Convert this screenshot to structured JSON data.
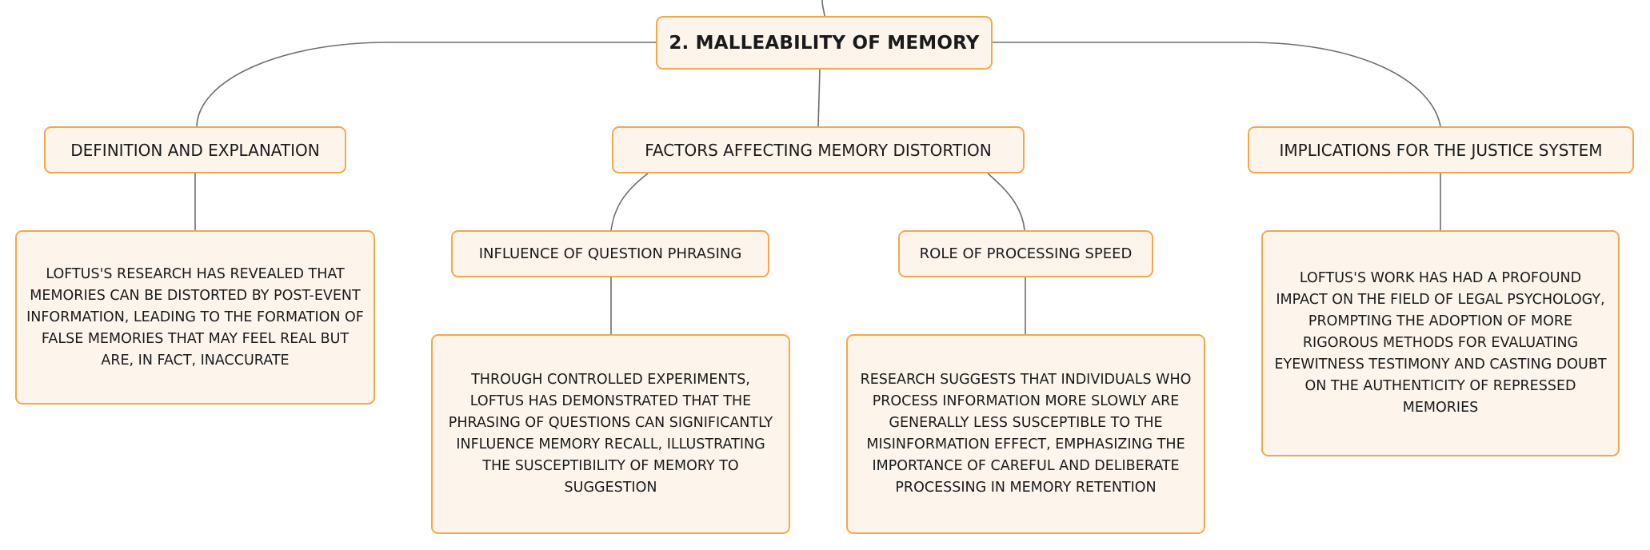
{
  "root": {
    "title": "2. MALLEABILITY OF MEMORY"
  },
  "branches": [
    {
      "label": "DEFINITION AND EXPLANATION",
      "detail": "LOFTUS'S RESEARCH HAS REVEALED THAT MEMORIES CAN BE DISTORTED BY POST-EVENT INFORMATION, LEADING TO THE FORMATION OF FALSE MEMORIES THAT MAY FEEL REAL BUT ARE, IN FACT, INACCURATE"
    },
    {
      "label": "FACTORS AFFECTING MEMORY DISTORTION",
      "children": [
        {
          "label": "INFLUENCE OF QUESTION PHRASING",
          "detail": "THROUGH CONTROLLED EXPERIMENTS, LOFTUS HAS DEMONSTRATED THAT THE PHRASING OF QUESTIONS CAN SIGNIFICANTLY INFLUENCE MEMORY RECALL, ILLUSTRATING THE SUSCEPTIBILITY OF MEMORY TO SUGGESTION"
        },
        {
          "label": "ROLE OF PROCESSING SPEED",
          "detail": "RESEARCH SUGGESTS THAT INDIVIDUALS WHO PROCESS INFORMATION MORE SLOWLY ARE GENERALLY LESS SUSCEPTIBLE TO THE MISINFORMATION EFFECT, EMPHASIZING THE IMPORTANCE OF CAREFUL AND DELIBERATE PROCESSING IN MEMORY RETENTION"
        }
      ]
    },
    {
      "label": "IMPLICATIONS FOR THE JUSTICE SYSTEM",
      "detail": "LOFTUS'S WORK HAS HAD A PROFOUND IMPACT ON THE FIELD OF LEGAL PSYCHOLOGY, PROMPTING THE ADOPTION OF MORE RIGOROUS METHODS FOR EVALUATING EYEWITNESS TESTIMONY AND CASTING DOUBT ON THE AUTHENTICITY OF REPRESSED MEMORIES"
    }
  ],
  "colors": {
    "node_fill": "#fdf4ec",
    "node_border": "#f3a94a",
    "connector": "#6e6e6e",
    "text": "#1a1a1a"
  }
}
